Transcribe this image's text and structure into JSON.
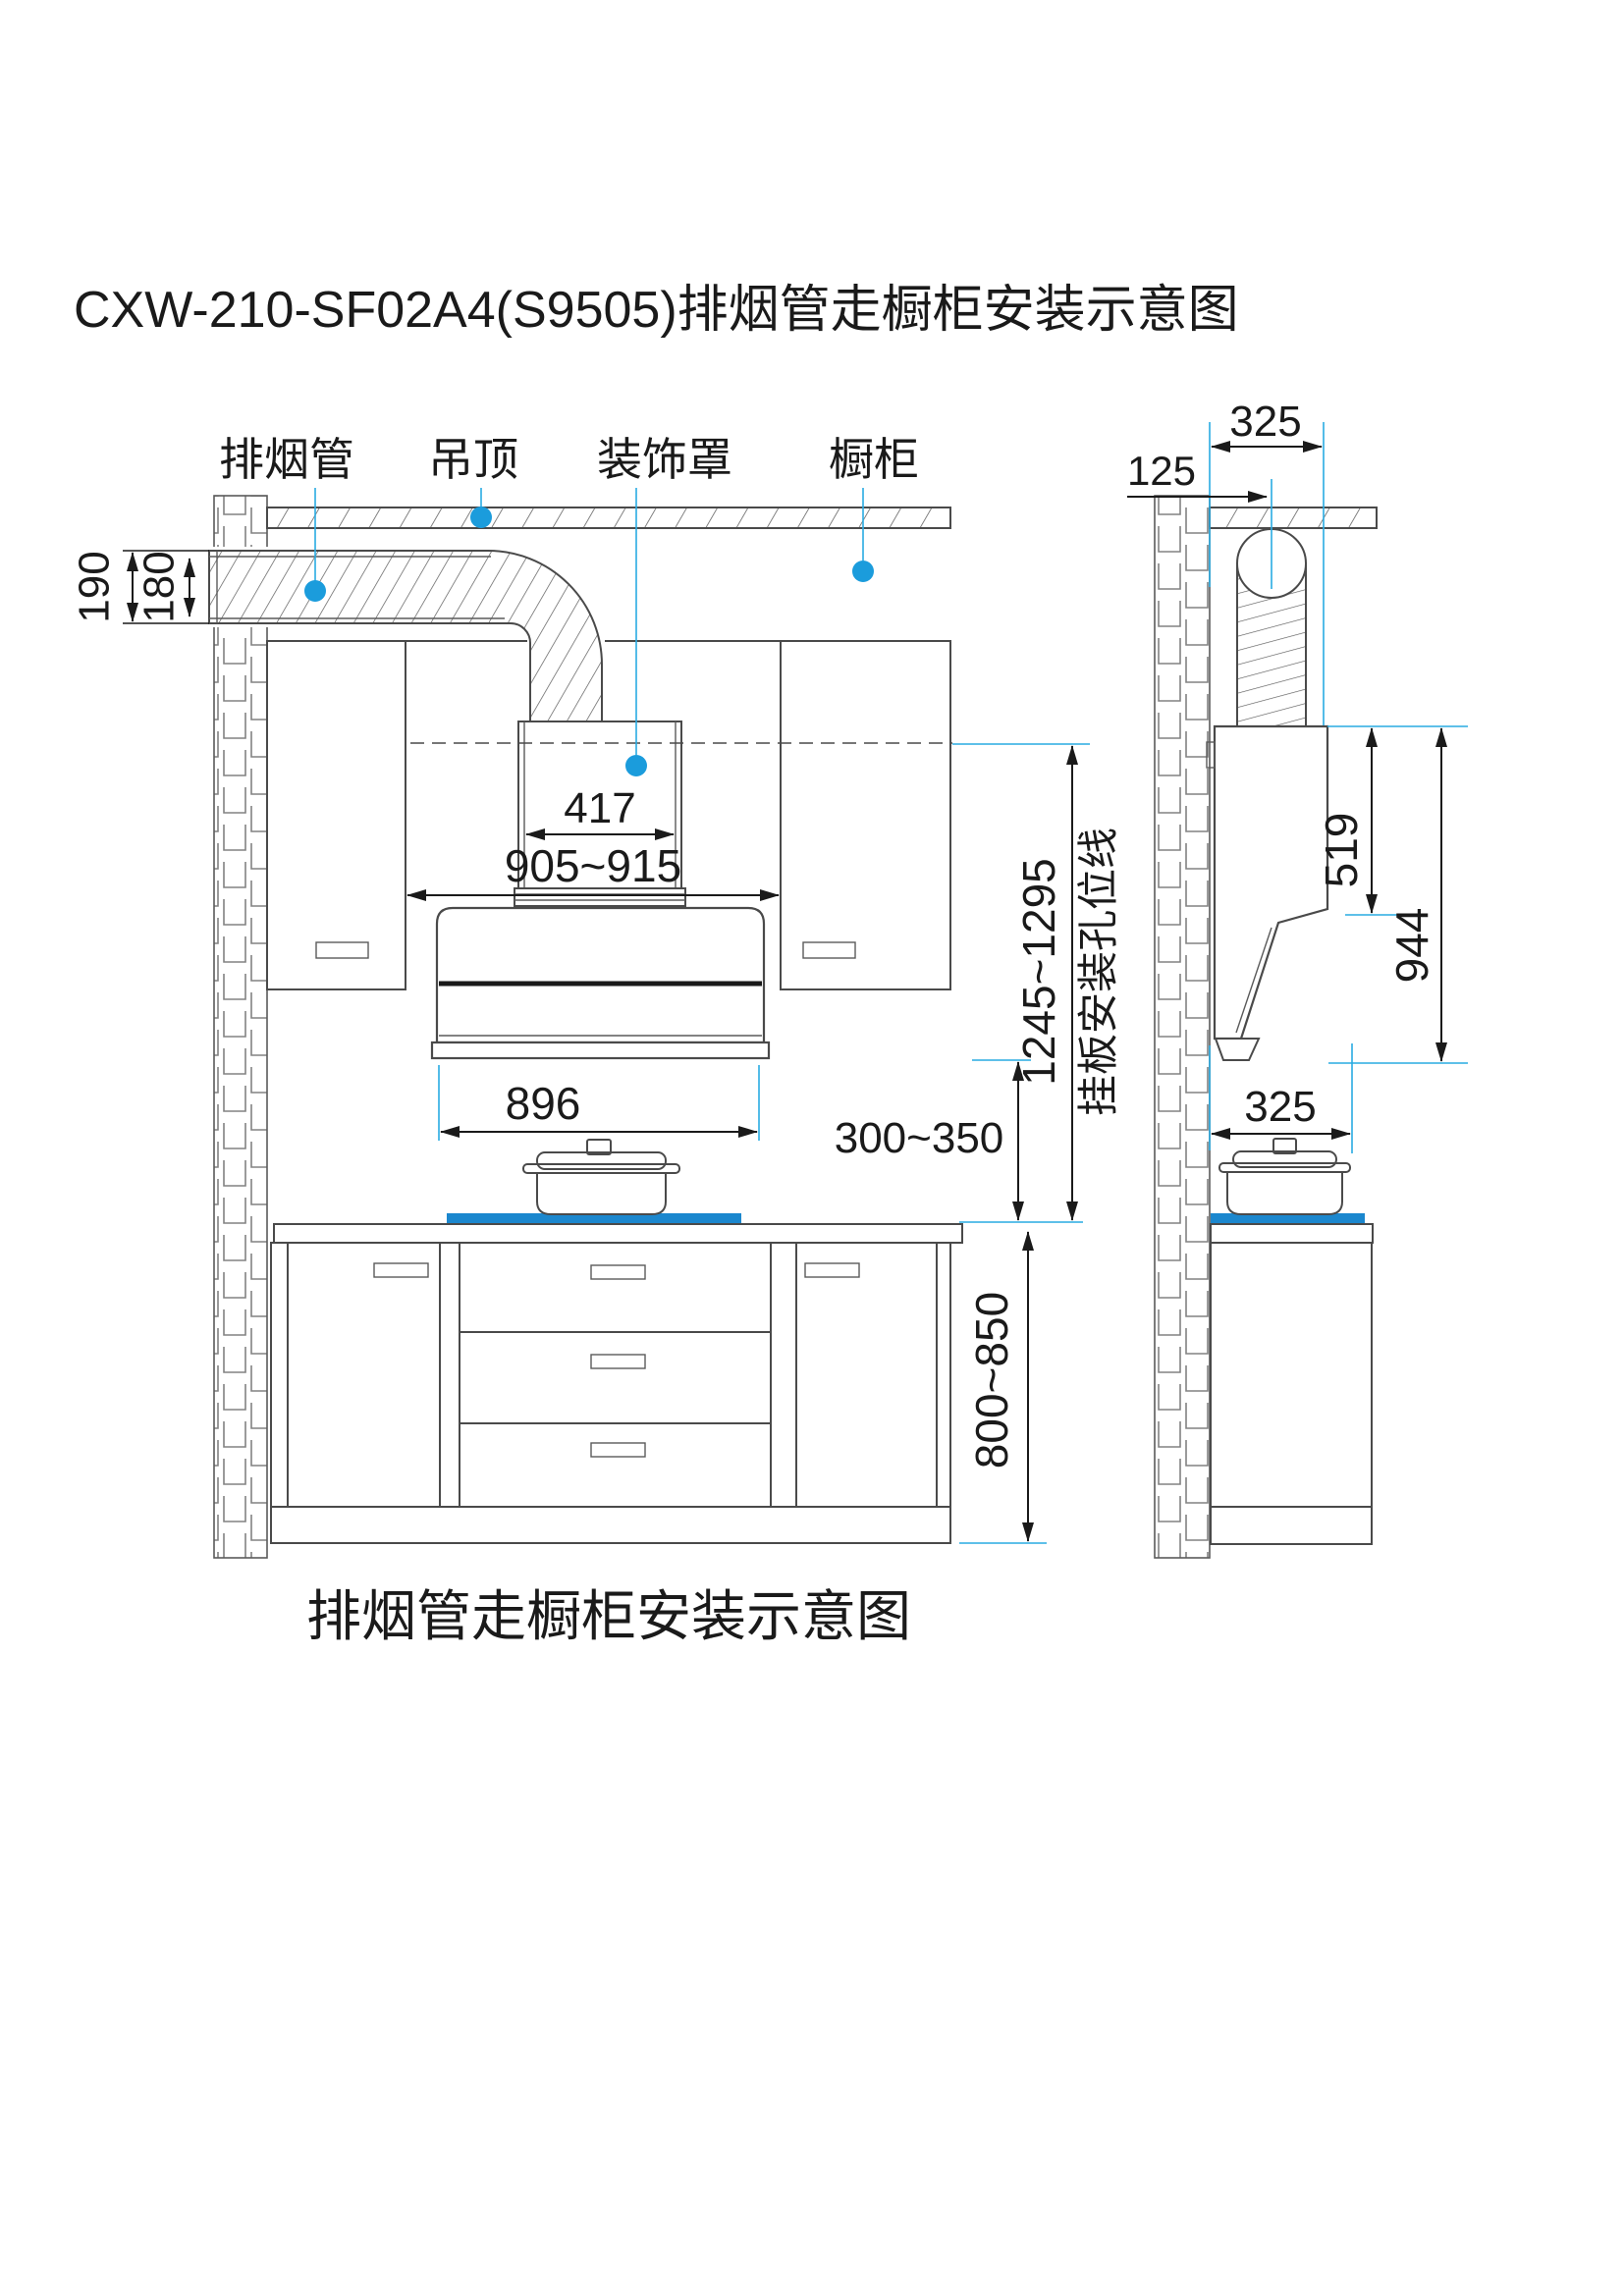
{
  "title": "CXW-210-SF02A4(S9505)排烟管走橱柜安装示意图",
  "caption": "排烟管走橱柜安装示意图",
  "labels": {
    "pipe": "排烟管",
    "ceiling": "吊顶",
    "cover": "装饰罩",
    "cabinet": "橱柜"
  },
  "dims": {
    "d190": "190",
    "d180": "180",
    "d417": "417",
    "d905": "905~915",
    "d896": "896",
    "d300": "300~350",
    "d1245": "1245~1295",
    "mount_note": "挂板安装孔位线",
    "d800": "800~850",
    "s325_top": "325",
    "s125": "125",
    "s519": "519",
    "s944": "944",
    "s325_bottom": "325"
  },
  "colors": {
    "accent_blue": "#29abe2",
    "cooktop_blue": "#1b87ce",
    "line": "#4a4a4a",
    "text": "#1a1a1a"
  }
}
